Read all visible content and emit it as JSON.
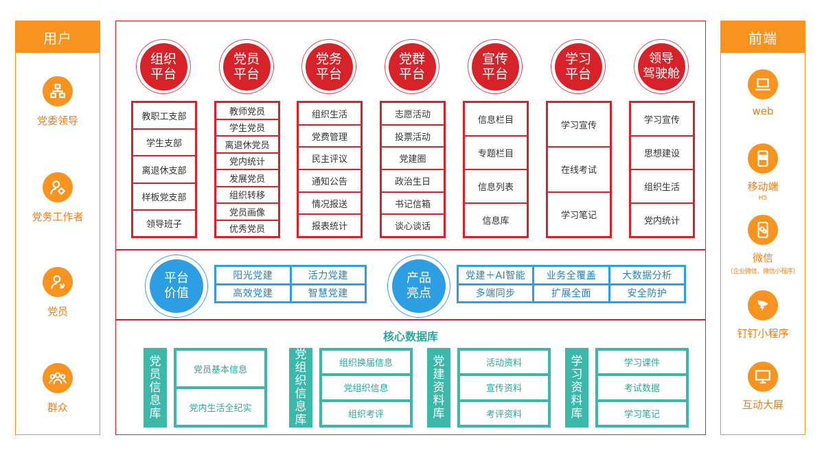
{
  "left_panel": {
    "title": "用户",
    "items": [
      {
        "label": "党委领导",
        "icon": "org-hierarchy-icon"
      },
      {
        "label": "党务工作者",
        "icon": "user-gear-icon"
      },
      {
        "label": "党员",
        "icon": "party-member-icon"
      },
      {
        "label": "群众",
        "icon": "group-people-icon"
      }
    ]
  },
  "right_panel": {
    "title": "前端",
    "items": [
      {
        "label": "web",
        "sub": "",
        "icon": "laptop-icon"
      },
      {
        "label": "移动端",
        "sub": "H5",
        "icon": "mobile-app-icon"
      },
      {
        "label": "微信",
        "sub": "（企业微信、微信小程序）",
        "icon": "wechat-phone-icon"
      },
      {
        "label": "钉钉小程序",
        "sub": "",
        "icon": "dingtalk-icon"
      },
      {
        "label": "互动大屏",
        "sub": "",
        "icon": "monitor-icon"
      }
    ]
  },
  "platforms": [
    {
      "name": "组织\n平台",
      "items": [
        "教职工支部",
        "学生支部",
        "离退休支部",
        "样板党支部",
        "领导班子"
      ]
    },
    {
      "name": "党员\n平台",
      "items": [
        "教师党员",
        "学生党员",
        "离退休党员",
        "党内统计",
        "发展党员",
        "组织转移",
        "党员画像",
        "优秀党员"
      ]
    },
    {
      "name": "党务\n平台",
      "items": [
        "组织生活",
        "党费管理",
        "民主评议",
        "通知公告",
        "情况报送",
        "报表统计"
      ]
    },
    {
      "name": "党群\n平台",
      "items": [
        "志愿活动",
        "投票活动",
        "党建圈",
        "政治生日",
        "书记信箱",
        "谈心谈话"
      ]
    },
    {
      "name": "宣传\n平台",
      "items": [
        "信息栏目",
        "专题栏目",
        "信息列表",
        "信息库"
      ]
    },
    {
      "name": "学习\n平台",
      "items": [
        "学习宣传",
        "在线考试",
        "学习笔记"
      ]
    },
    {
      "name": "领导\n驾驶舱",
      "items": [
        "学习宣传",
        "思想建设",
        "组织生活",
        "党内统计"
      ]
    }
  ],
  "value": {
    "title": "平台\n价值",
    "items": [
      "阳光党建",
      "活力党建",
      "高效党建",
      "智慧党建"
    ]
  },
  "highlights": {
    "title": "产品\n亮点",
    "items": [
      "党建＋AI智能",
      "业务全覆盖",
      "大数据分析",
      "多端同步",
      "扩展全面",
      "安全防护"
    ]
  },
  "core_db": {
    "title": "核心数据库",
    "libraries": [
      {
        "name": "党员信息库",
        "items": [
          "党员基本信息",
          "党内生活全纪实"
        ]
      },
      {
        "name": "党组织信息库",
        "items": [
          "组织换届信息",
          "党组织信息",
          "组织考评"
        ]
      },
      {
        "name": "党建资料库",
        "items": [
          "活动资料",
          "宣传资料",
          "考评资料"
        ]
      },
      {
        "name": "学习资料库",
        "items": [
          "学习课件",
          "考试数据",
          "学习笔记"
        ]
      }
    ]
  },
  "colors": {
    "orange": "#f7931e",
    "red": "#d8222a",
    "blue": "#2e9ee3",
    "teal": "#3bb8aa"
  }
}
